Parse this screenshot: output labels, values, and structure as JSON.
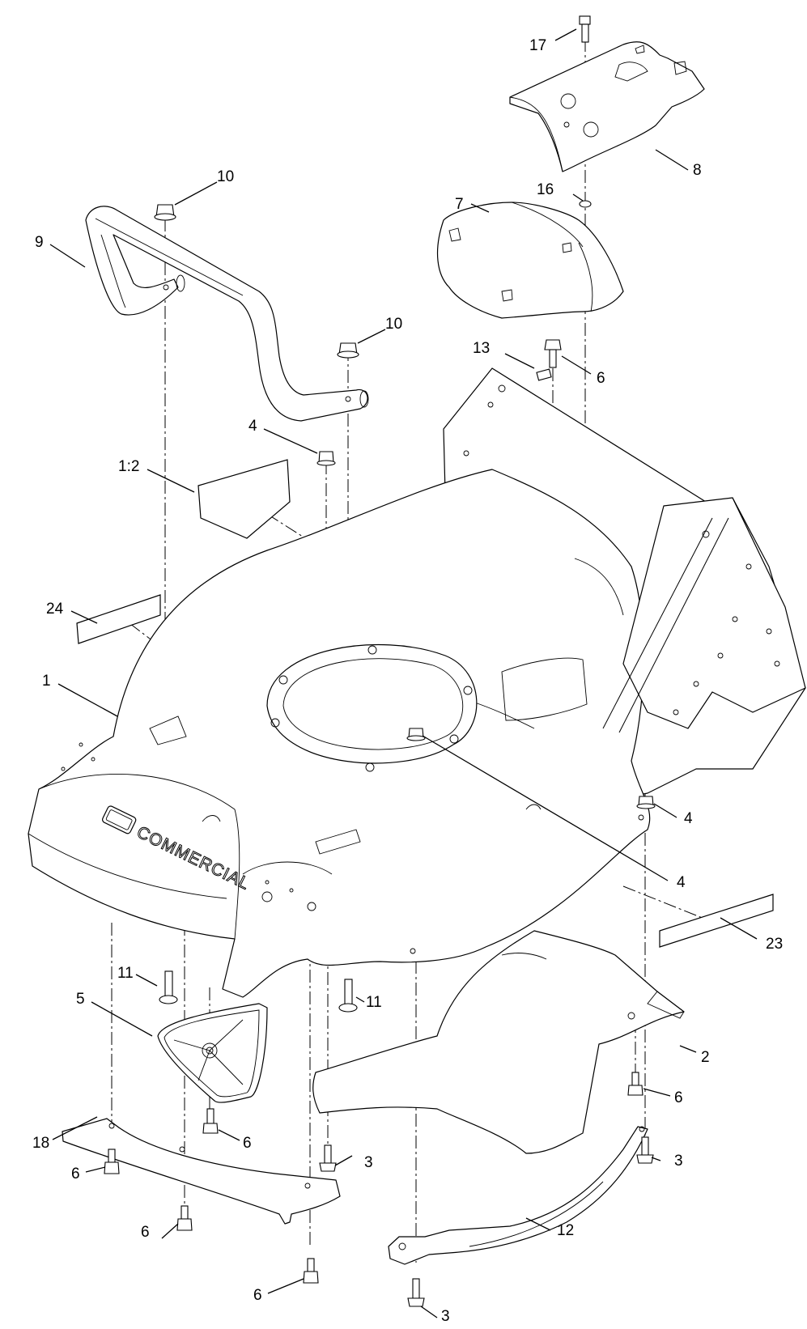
{
  "diagram": {
    "brand_text": "COMMERCIAL",
    "callouts": [
      {
        "id": "c17",
        "label": "17"
      },
      {
        "id": "c8",
        "label": "8"
      },
      {
        "id": "c16",
        "label": "16"
      },
      {
        "id": "c7",
        "label": "7"
      },
      {
        "id": "c10a",
        "label": "10"
      },
      {
        "id": "c9",
        "label": "9"
      },
      {
        "id": "c10b",
        "label": "10"
      },
      {
        "id": "c13",
        "label": "13"
      },
      {
        "id": "c6a",
        "label": "6"
      },
      {
        "id": "c4a",
        "label": "4"
      },
      {
        "id": "c1_2",
        "label": "1:2"
      },
      {
        "id": "c24",
        "label": "24"
      },
      {
        "id": "c1",
        "label": "1"
      },
      {
        "id": "c4b",
        "label": "4"
      },
      {
        "id": "c4c",
        "label": "4"
      },
      {
        "id": "c23",
        "label": "23"
      },
      {
        "id": "c11a",
        "label": "11"
      },
      {
        "id": "c11b",
        "label": "11"
      },
      {
        "id": "c5",
        "label": "5"
      },
      {
        "id": "c2",
        "label": "2"
      },
      {
        "id": "c6b",
        "label": "6"
      },
      {
        "id": "c6c",
        "label": "6"
      },
      {
        "id": "c18",
        "label": "18"
      },
      {
        "id": "c6d",
        "label": "6"
      },
      {
        "id": "c3a",
        "label": "3"
      },
      {
        "id": "c3b",
        "label": "3"
      },
      {
        "id": "c6e",
        "label": "6"
      },
      {
        "id": "c12",
        "label": "12"
      },
      {
        "id": "c6f",
        "label": "6"
      },
      {
        "id": "c3c",
        "label": "3"
      }
    ]
  }
}
